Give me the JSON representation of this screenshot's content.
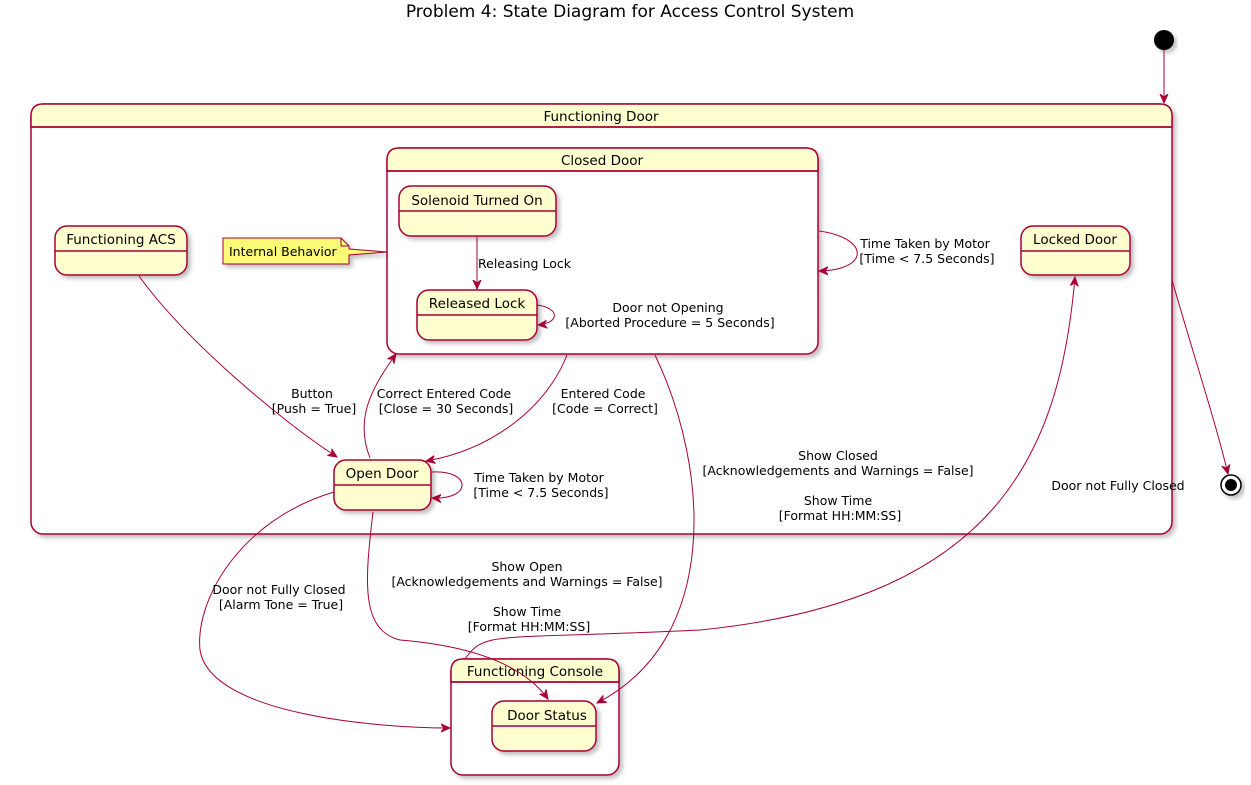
{
  "title": "Problem 4: State Diagram for Access Control System",
  "states": {
    "functioning_door": "Functioning Door",
    "closed_door": "Closed Door",
    "solenoid_turned_on": "Solenoid Turned On",
    "released_lock": "Released Lock",
    "functioning_acs": "Functioning ACS",
    "locked_door": "Locked Door",
    "open_door": "Open Door",
    "functioning_console": "Functioning Console",
    "door_status": "Door Status"
  },
  "note": "Internal Behavior",
  "transitions": {
    "releasing_lock": [
      "Releasing Lock"
    ],
    "door_not_opening": [
      "Door not Opening",
      "[Aborted Procedure = 5 Seconds]"
    ],
    "closed_self": [
      "Time Taken by Motor",
      "[Time < 7.5 Seconds]"
    ],
    "button": [
      "Button",
      "[Push = True]"
    ],
    "correct_code": [
      "Correct Entered Code",
      "[Close = 30 Seconds]"
    ],
    "entered_code": [
      "Entered Code",
      "[Code = Correct]"
    ],
    "open_self": [
      "Time Taken by Motor",
      "[Time < 7.5 Seconds]"
    ],
    "show_closed": [
      "Show Closed",
      "[Acknowledgements and Warnings = False]",
      "",
      "Show Time",
      "[Format HH:MM:SS]"
    ],
    "door_not_fully_closed_locked": [
      "Door not Fully Closed"
    ],
    "door_not_fully_closed_alarm": [
      "Door not Fully Closed",
      "[Alarm Tone = True]"
    ],
    "show_open": [
      "Show Open",
      "[Acknowledgements and Warnings = False]",
      "",
      "Show Time",
      "[Format HH:MM:SS]"
    ]
  },
  "colors": {
    "state_fill": "#FEFECE",
    "border": "#A80036",
    "note_fill": "#FBFB77"
  }
}
